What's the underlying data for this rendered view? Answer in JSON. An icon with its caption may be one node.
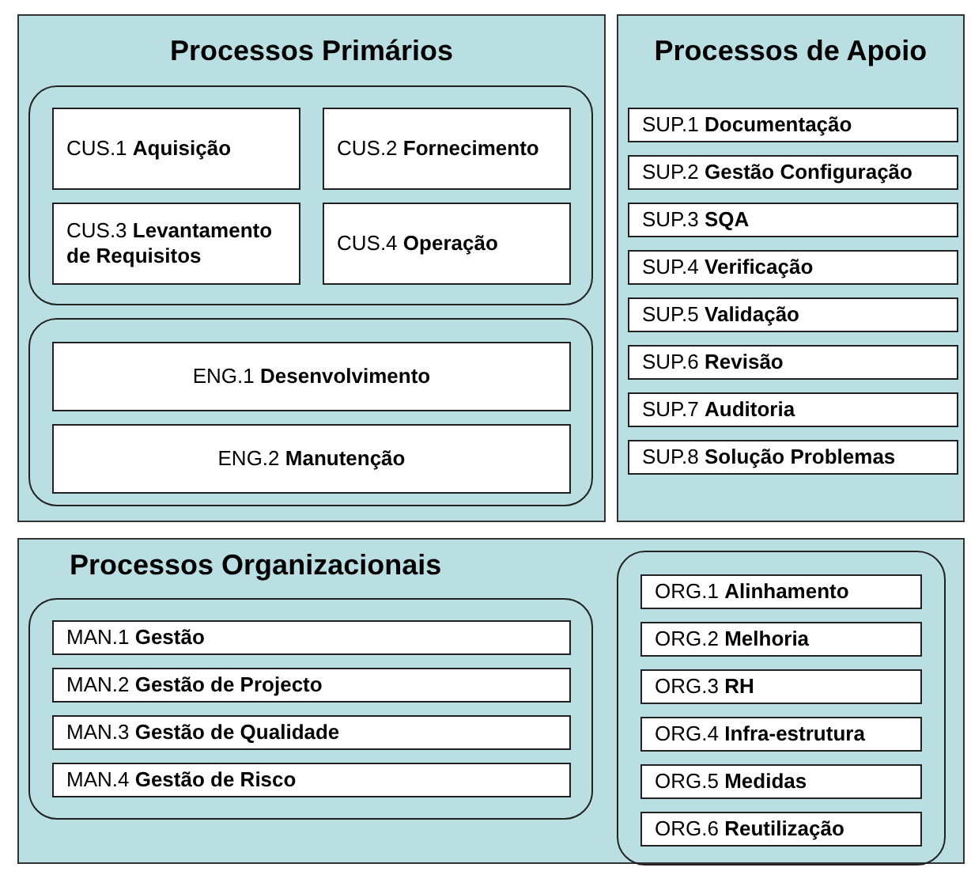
{
  "diagram": {
    "nodes": [
      {
        "text": [
          "Processos Primários"
        ]
      },
      {
        "text": [],
        "shape": "box",
        "in": 0
      },
      {
        "text": [
          "CUS.1 **Aquisição**"
        ],
        "in": 1
      },
      {
        "text": [
          "CUS.2 **Fornecimento**"
        ],
        "in": 1
      },
      {
        "text": [
          "CUS.3 **Levantamento de Requisitos**"
        ],
        "in": 1
      },
      {
        "text": [
          "CUS.4 **Operação**"
        ],
        "in": 1
      },
      {
        "text": [],
        "shape": "box",
        "in": 0
      },
      {
        "text": [
          "ENG.1 **Desenvolvimento**"
        ],
        "in": 6
      },
      {
        "text": [
          "ENG.2 **Manutenção**"
        ],
        "in": 6
      },
      {
        "text": [
          "Processos de Apoio"
        ]
      },
      {
        "text": [
          "SUP.1 **Documentação**"
        ],
        "in": 9
      },
      {
        "text": [
          "SUP.2 **Gestão Configuração**"
        ],
        "in": 9
      },
      {
        "text": [
          "SUP.3 **SQA**"
        ],
        "in": 9
      },
      {
        "text": [
          "SUP.4 **Verificação**"
        ],
        "in": 9
      },
      {
        "text": [
          "SUP.5 **Validação**"
        ],
        "in": 9
      },
      {
        "text": [
          "SUP.6 **Revisão**"
        ],
        "in": 9
      },
      {
        "text": [
          "SUP.7 **Auditoria**"
        ],
        "in": 9
      },
      {
        "text": [
          "SUP.8 **Solução Problemas**"
        ],
        "in": 9
      },
      {
        "text": [
          "Processos Organizacionais"
        ]
      },
      {
        "text": [],
        "shape": "box",
        "in": 18
      },
      {
        "text": [
          "MAN.1 **Gestão**"
        ],
        "in": 19
      },
      {
        "text": [
          "MAN.2 **Gestão de Projecto**"
        ],
        "in": 19
      },
      {
        "text": [
          "MAN.3 **Gestão de Qualidade**"
        ],
        "in": 19
      },
      {
        "text": [
          "MAN.4 **Gestão de Risco**"
        ],
        "in": 19
      },
      {
        "text": [],
        "shape": "box",
        "in": 18
      },
      {
        "text": [
          "ORG.1 **Alinhamento**"
        ],
        "in": 24
      },
      {
        "text": [
          "ORG.2 **Melhoria**"
        ],
        "in": 24
      },
      {
        "text": [
          "ORG.3 **RH**"
        ],
        "in": 24
      },
      {
        "text": [
          "ORG.4 **Infra-estrutura**"
        ],
        "in": 24
      },
      {
        "text": [
          "ORG.5 **Medidas**"
        ],
        "in": 24
      },
      {
        "text": [
          "ORG.6 **Reutilização**"
        ],
        "in": 24
      }
    ]
  }
}
